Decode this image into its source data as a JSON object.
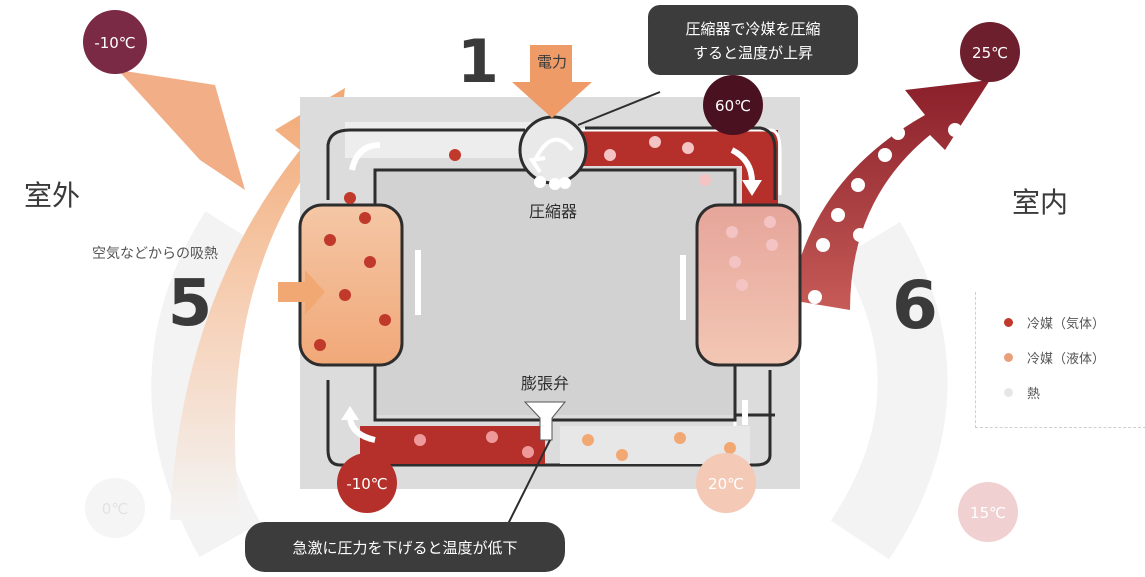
{
  "labels": {
    "outdoor": "室外",
    "indoor": "室内",
    "absorb": "空気などからの吸熱",
    "step1": "1",
    "step5": "5",
    "step6": "6",
    "power": "電力",
    "compressor": "圧縮器",
    "valve": "膨張弁",
    "temp_out_top": "-10℃",
    "temp_in_top": "25℃",
    "temp_compressor_out": "60℃",
    "temp_bottom_left": "-10℃",
    "temp_bottom_right": "20℃",
    "temp_in_bottom": "15℃",
    "temp_out_bottom": "0℃"
  },
  "callouts": {
    "compress_line1": "圧縮器で冷媒を圧縮",
    "compress_line2": "すると温度が上昇",
    "expand": "急激に圧力を下げると温度が低下"
  },
  "legend": {
    "items": [
      {
        "label": "冷媒（気体）",
        "color": "#c0392b"
      },
      {
        "label": "冷媒（液体）",
        "color": "#e8a07a"
      },
      {
        "label": "熱",
        "color": "#e6e6e6"
      }
    ]
  },
  "colors": {
    "hot": "#b5302a",
    "cold": "#f2a873",
    "frame": "#dadada",
    "dark": "#3c3c3c",
    "outdoor_badge": "#7a2a44",
    "indoor_badge": "#6e1f2d"
  }
}
